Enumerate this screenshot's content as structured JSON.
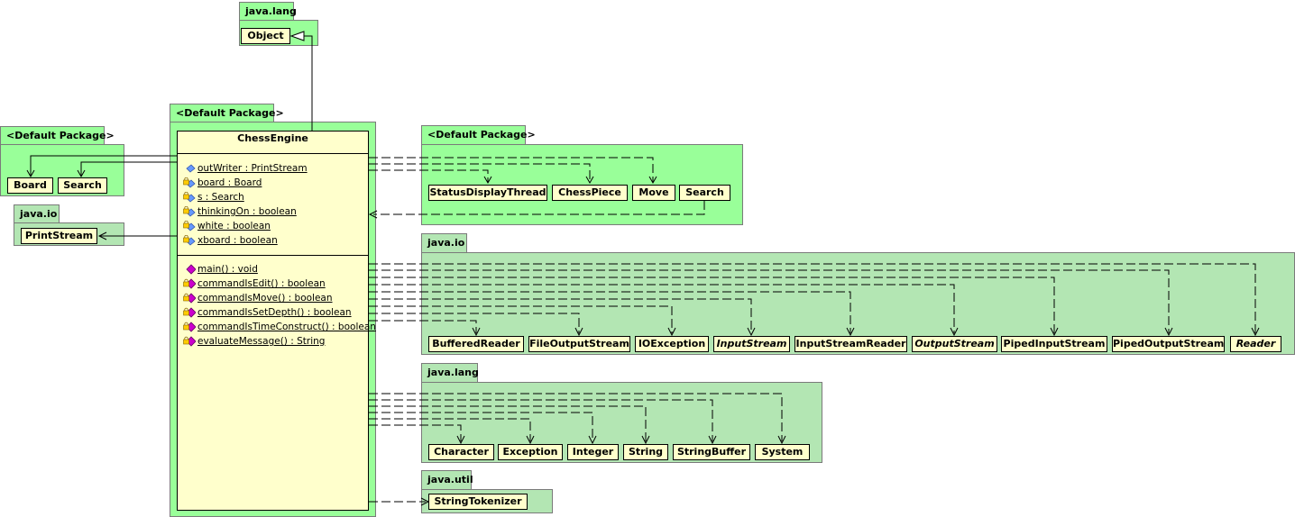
{
  "packages": {
    "java_lang_top": {
      "name": "java.lang",
      "classes": [
        "Object"
      ]
    },
    "default_left": {
      "name": "<Default Package>",
      "classes": [
        "Board",
        "Search"
      ]
    },
    "java_io_left": {
      "name": "java.io",
      "classes": [
        "PrintStream"
      ]
    },
    "default_main": {
      "name": "<Default Package>"
    },
    "default_right": {
      "name": "<Default Package>",
      "classes": [
        "StatusDisplayThread",
        "ChessPiece",
        "Move",
        "Search"
      ]
    },
    "java_io_right": {
      "name": "java.io",
      "classes": [
        "BufferedReader",
        "FileOutputStream",
        "IOException",
        "InputStream",
        "InputStreamReader",
        "OutputStream",
        "PipedInputStream",
        "PipedOutputStream",
        "Reader"
      ]
    },
    "java_lang_right": {
      "name": "java.lang",
      "classes": [
        "Character",
        "Exception",
        "Integer",
        "String",
        "StringBuffer",
        "System"
      ]
    },
    "java_util": {
      "name": "java.util",
      "classes": [
        "StringTokenizer"
      ]
    }
  },
  "main_class": {
    "name": "ChessEngine",
    "attributes": [
      {
        "text": "outWriter : PrintStream",
        "icon": "field-icon"
      },
      {
        "text": "board : Board",
        "icon": "private-field-icon"
      },
      {
        "text": "s : Search",
        "icon": "private-field-icon"
      },
      {
        "text": "thinkingOn : boolean",
        "icon": "private-field-icon"
      },
      {
        "text": "white : boolean",
        "icon": "private-field-icon"
      },
      {
        "text": "xboard : boolean",
        "icon": "private-field-icon"
      }
    ],
    "operations": [
      {
        "text": "main() : void",
        "icon": "method-icon"
      },
      {
        "text": "commandIsEdit() : boolean",
        "icon": "private-method-icon"
      },
      {
        "text": "commandIsMove() : boolean",
        "icon": "private-method-icon"
      },
      {
        "text": "commandIsSetDepth() : boolean",
        "icon": "private-method-icon"
      },
      {
        "text": "commandIsTimeConstruct() : boolean",
        "icon": "private-method-icon"
      },
      {
        "text": "evaluateMessage() : String",
        "icon": "private-method-icon"
      }
    ]
  },
  "colors": {
    "bright_package": "#99ff99",
    "soft_package": "#b3e6b3",
    "class_fill": "#ffffcc",
    "field_icon": "#6699ff",
    "method_icon": "#cc00cc",
    "lock_icon": "#ffcc00"
  }
}
